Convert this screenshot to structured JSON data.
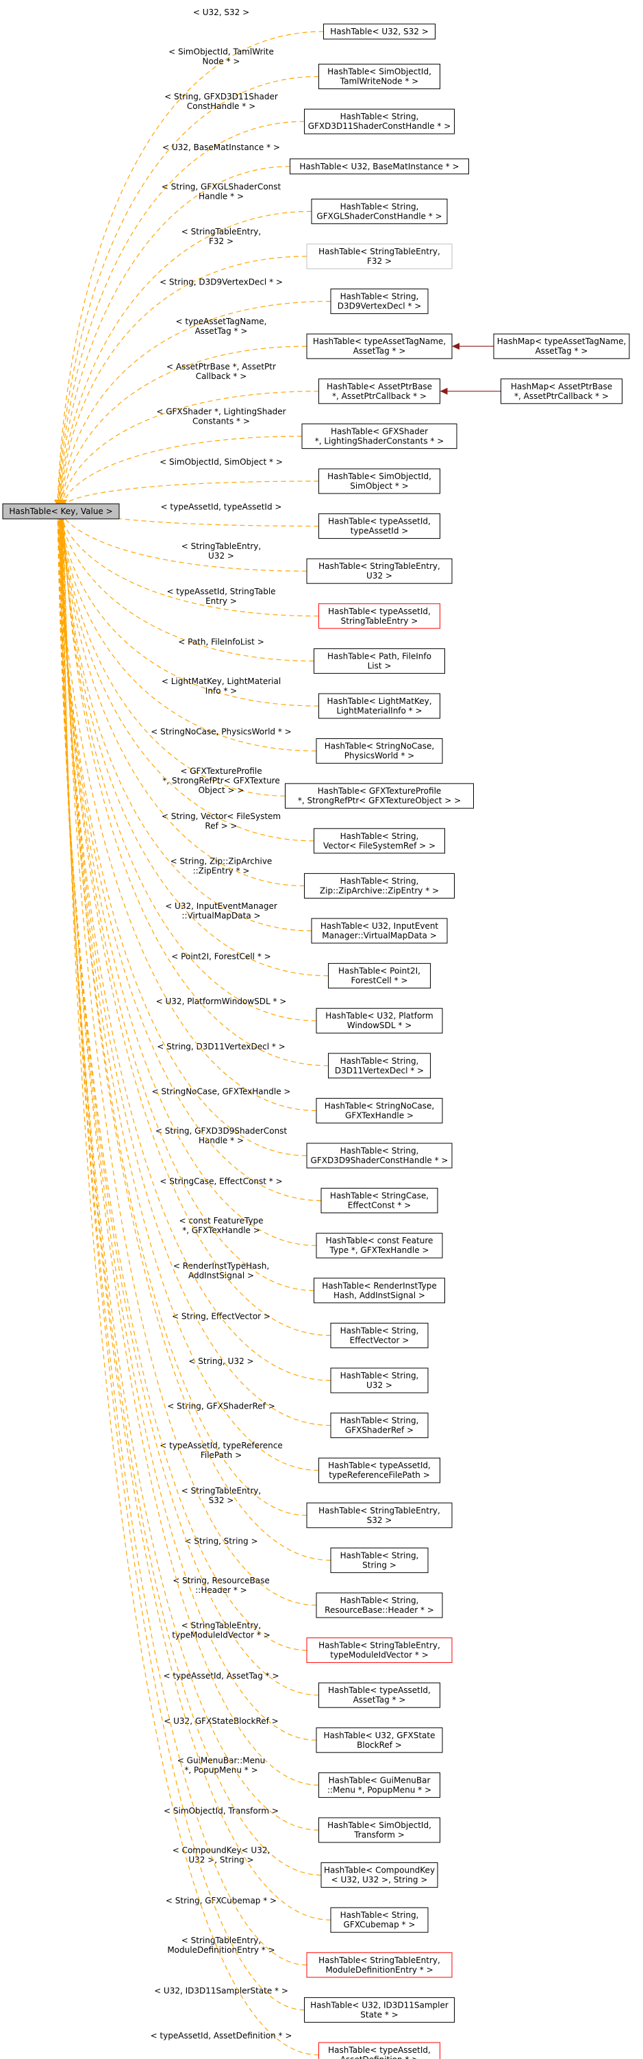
{
  "base": {
    "label": "HashTable< Key, Value >"
  },
  "colors": {
    "template_edge": "#ffa500",
    "inherit_edge": "#8b1a1a",
    "base_fill": "#bfbfbf",
    "red_border": "#ff0000",
    "gray_border": "#bfbfbf"
  },
  "nodes": [
    {
      "id": "n0",
      "lines": [
        "HashTable< U32, S32 >"
      ],
      "edge": [
        "< U32, S32 >"
      ],
      "border": "black"
    },
    {
      "id": "n1",
      "lines": [
        "HashTable< SimObjectId,",
        "TamlWriteNode * >"
      ],
      "edge": [
        "< SimObjectId, TamlWrite",
        "Node * >"
      ],
      "border": "black"
    },
    {
      "id": "n2",
      "lines": [
        "HashTable< String,",
        "GFXD3D11ShaderConstHandle * >"
      ],
      "edge": [
        "< String, GFXD3D11Shader",
        "ConstHandle * >"
      ],
      "border": "black"
    },
    {
      "id": "n3",
      "lines": [
        "HashTable< U32, BaseMatInstance * >"
      ],
      "edge": [
        "< U32, BaseMatInstance * >"
      ],
      "border": "black"
    },
    {
      "id": "n4",
      "lines": [
        "HashTable< String,",
        "GFXGLShaderConstHandle * >"
      ],
      "edge": [
        "< String, GFXGLShaderConst",
        "Handle * >"
      ],
      "border": "black"
    },
    {
      "id": "n5",
      "lines": [
        "HashTable< StringTableEntry,",
        "F32 >"
      ],
      "edge": [
        "< StringTableEntry,",
        "F32 >"
      ],
      "border": "gray"
    },
    {
      "id": "n6",
      "lines": [
        "HashTable< String,",
        "D3D9VertexDecl * >"
      ],
      "edge": [
        "< String, D3D9VertexDecl * >"
      ],
      "border": "black"
    },
    {
      "id": "n7",
      "lines": [
        "HashTable< typeAssetTagName,",
        "AssetTag * >"
      ],
      "edge": [
        "< typeAssetTagName,",
        "AssetTag * >"
      ],
      "border": "black"
    },
    {
      "id": "n8",
      "lines": [
        "HashTable< AssetPtrBase",
        "*, AssetPtrCallback * >"
      ],
      "edge": [
        "< AssetPtrBase *, AssetPtr",
        "Callback * >"
      ],
      "border": "black"
    },
    {
      "id": "n9",
      "lines": [
        "HashTable< GFXShader",
        "*, LightingShaderConstants * >"
      ],
      "edge": [
        "< GFXShader *, LightingShader",
        "Constants * >"
      ],
      "border": "black"
    },
    {
      "id": "n10",
      "lines": [
        "HashTable< SimObjectId,",
        "SimObject * >"
      ],
      "edge": [
        "< SimObjectId, SimObject * >"
      ],
      "border": "black"
    },
    {
      "id": "n11",
      "lines": [
        "HashTable< typeAssetId,",
        "typeAssetId >"
      ],
      "edge": [
        "< typeAssetId, typeAssetId >"
      ],
      "border": "black"
    },
    {
      "id": "n12",
      "lines": [
        "HashTable< StringTableEntry,",
        "U32 >"
      ],
      "edge": [
        "< StringTableEntry,",
        "U32 >"
      ],
      "border": "black"
    },
    {
      "id": "n13",
      "lines": [
        "HashTable< typeAssetId,",
        "StringTableEntry >"
      ],
      "edge": [
        "< typeAssetId, StringTable",
        "Entry >"
      ],
      "border": "red"
    },
    {
      "id": "n14",
      "lines": [
        "HashTable< Path, FileInfo",
        "List >"
      ],
      "edge": [
        "< Path, FileInfoList >"
      ],
      "border": "black"
    },
    {
      "id": "n15",
      "lines": [
        "HashTable< LightMatKey,",
        "LightMaterialInfo * >"
      ],
      "edge": [
        "< LightMatKey, LightMaterial",
        "Info * >"
      ],
      "border": "black"
    },
    {
      "id": "n16",
      "lines": [
        "HashTable< StringNoCase,",
        "PhysicsWorld * >"
      ],
      "edge": [
        "< StringNoCase, PhysicsWorld * >"
      ],
      "border": "black"
    },
    {
      "id": "n17",
      "lines": [
        "HashTable< GFXTextureProfile",
        "*, StrongRefPtr< GFXTextureObject > >"
      ],
      "edge": [
        "< GFXTextureProfile",
        "*, StrongRefPtr< GFXTexture",
        "Object > >"
      ],
      "border": "black"
    },
    {
      "id": "n18",
      "lines": [
        "HashTable< String,",
        "Vector< FileSystemRef > >"
      ],
      "edge": [
        "< String, Vector< FileSystem",
        "Ref > >"
      ],
      "border": "black"
    },
    {
      "id": "n19",
      "lines": [
        "HashTable< String,",
        "Zip::ZipArchive::ZipEntry * >"
      ],
      "edge": [
        "< String, Zip::ZipArchive",
        "::ZipEntry * >"
      ],
      "border": "black"
    },
    {
      "id": "n20",
      "lines": [
        "HashTable< U32, InputEvent",
        "Manager::VirtualMapData >"
      ],
      "edge": [
        "< U32, InputEventManager",
        "::VirtualMapData >"
      ],
      "border": "black"
    },
    {
      "id": "n21",
      "lines": [
        "HashTable< Point2I,",
        "ForestCell * >"
      ],
      "edge": [
        "< Point2I, ForestCell * >"
      ],
      "border": "black"
    },
    {
      "id": "n22",
      "lines": [
        "HashTable< U32, Platform",
        "WindowSDL * >"
      ],
      "edge": [
        "< U32, PlatformWindowSDL * >"
      ],
      "border": "black"
    },
    {
      "id": "n23",
      "lines": [
        "HashTable< String,",
        "D3D11VertexDecl * >"
      ],
      "edge": [
        "< String, D3D11VertexDecl * >"
      ],
      "border": "black"
    },
    {
      "id": "n24",
      "lines": [
        "HashTable< StringNoCase,",
        "GFXTexHandle >"
      ],
      "edge": [
        "< StringNoCase, GFXTexHandle >"
      ],
      "border": "black"
    },
    {
      "id": "n25",
      "lines": [
        "HashTable< String,",
        "GFXD3D9ShaderConstHandle * >"
      ],
      "edge": [
        "< String, GFXD3D9ShaderConst",
        "Handle * >"
      ],
      "border": "black"
    },
    {
      "id": "n26",
      "lines": [
        "HashTable< StringCase,",
        "EffectConst * >"
      ],
      "edge": [
        "< StringCase, EffectConst * >"
      ],
      "border": "black"
    },
    {
      "id": "n27",
      "lines": [
        "HashTable< const Feature",
        "Type *, GFXTexHandle >"
      ],
      "edge": [
        "< const FeatureType",
        "*, GFXTexHandle >"
      ],
      "border": "black"
    },
    {
      "id": "n28",
      "lines": [
        "HashTable< RenderInstType",
        "Hash, AddInstSignal >"
      ],
      "edge": [
        "< RenderInstTypeHash,",
        "AddInstSignal >"
      ],
      "border": "black"
    },
    {
      "id": "n29",
      "lines": [
        "HashTable< String,",
        "EffectVector >"
      ],
      "edge": [
        "< String, EffectVector >"
      ],
      "border": "black"
    },
    {
      "id": "n30",
      "lines": [
        "HashTable< String,",
        "U32 >"
      ],
      "edge": [
        "< String, U32 >"
      ],
      "border": "black"
    },
    {
      "id": "n31",
      "lines": [
        "HashTable< String,",
        "GFXShaderRef >"
      ],
      "edge": [
        "< String, GFXShaderRef >"
      ],
      "border": "black"
    },
    {
      "id": "n32",
      "lines": [
        "HashTable< typeAssetId,",
        "typeReferenceFilePath >"
      ],
      "edge": [
        "< typeAssetId, typeReference",
        "FilePath >"
      ],
      "border": "black"
    },
    {
      "id": "n33",
      "lines": [
        "HashTable< StringTableEntry,",
        "S32 >"
      ],
      "edge": [
        "< StringTableEntry,",
        "S32 >"
      ],
      "border": "black"
    },
    {
      "id": "n34",
      "lines": [
        "HashTable< String,",
        "String >"
      ],
      "edge": [
        "< String, String >"
      ],
      "border": "black"
    },
    {
      "id": "n35",
      "lines": [
        "HashTable< String,",
        "ResourceBase::Header * >"
      ],
      "edge": [
        "< String, ResourceBase",
        "::Header * >"
      ],
      "border": "black"
    },
    {
      "id": "n36",
      "lines": [
        "HashTable< StringTableEntry,",
        "typeModuleIdVector * >"
      ],
      "edge": [
        "< StringTableEntry,",
        "typeModuleIdVector * >"
      ],
      "border": "red"
    },
    {
      "id": "n37",
      "lines": [
        "HashTable< typeAssetId,",
        "AssetTag * >"
      ],
      "edge": [
        "< typeAssetId, AssetTag * >"
      ],
      "border": "black"
    },
    {
      "id": "n38",
      "lines": [
        "HashTable< U32, GFXState",
        "BlockRef >"
      ],
      "edge": [
        "< U32, GFXStateBlockRef >"
      ],
      "border": "black"
    },
    {
      "id": "n39",
      "lines": [
        "HashTable< GuiMenuBar",
        "::Menu *, PopupMenu * >"
      ],
      "edge": [
        "< GuiMenuBar::Menu",
        "*, PopupMenu * >"
      ],
      "border": "black"
    },
    {
      "id": "n40",
      "lines": [
        "HashTable< SimObjectId,",
        "Transform >"
      ],
      "edge": [
        "< SimObjectId, Transform >"
      ],
      "border": "black"
    },
    {
      "id": "n41",
      "lines": [
        "HashTable< CompoundKey",
        "< U32, U32 >, String >"
      ],
      "edge": [
        "< CompoundKey< U32,",
        "U32 >, String >"
      ],
      "border": "black"
    },
    {
      "id": "n42",
      "lines": [
        "HashTable< String,",
        "GFXCubemap * >"
      ],
      "edge": [
        "< String, GFXCubemap * >"
      ],
      "border": "black"
    },
    {
      "id": "n43",
      "lines": [
        "HashTable< StringTableEntry,",
        "ModuleDefinitionEntry * >"
      ],
      "edge": [
        "< StringTableEntry,",
        "ModuleDefinitionEntry * >"
      ],
      "border": "red"
    },
    {
      "id": "n44",
      "lines": [
        "HashTable< U32, ID3D11Sampler",
        "State * >"
      ],
      "edge": [
        "< U32, ID3D11SamplerState * >"
      ],
      "border": "black"
    },
    {
      "id": "n45",
      "lines": [
        "HashTable< typeAssetId,",
        "AssetDefinition * >"
      ],
      "edge": [
        "< typeAssetId, AssetDefinition * >"
      ],
      "border": "red"
    }
  ],
  "derived": [
    {
      "id": "d0",
      "parent": "n7",
      "lines": [
        "HashMap< typeAssetTagName,",
        "AssetTag * >"
      ]
    },
    {
      "id": "d1",
      "parent": "n8",
      "lines": [
        "HashMap< AssetPtrBase",
        "*, AssetPtrCallback * >"
      ]
    }
  ]
}
